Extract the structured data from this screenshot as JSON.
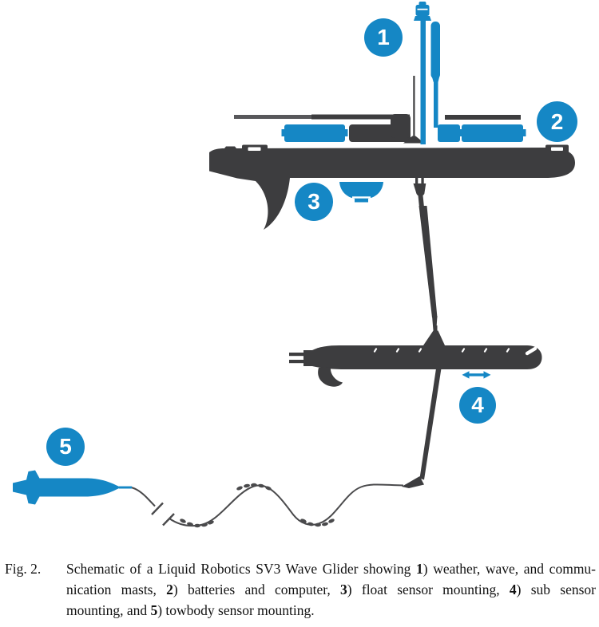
{
  "figure": {
    "colors": {
      "accent_blue": "#1587c5",
      "hull_dark": "#3d3d3f",
      "rail_gray": "#58585b",
      "cable_gray": "#4a4a4c",
      "callout_text": "#ffffff"
    },
    "callouts": [
      {
        "number": "1"
      },
      {
        "number": "2"
      },
      {
        "number": "3"
      },
      {
        "number": "4"
      },
      {
        "number": "5"
      }
    ]
  },
  "caption": {
    "fig_label": "Fig. 2.",
    "lines": [
      {
        "segments": [
          {
            "t": "Schematic of a Liquid Robotics SV3 Wave Glider showing "
          },
          {
            "t": "1",
            "b": true
          },
          {
            "t": ") weather, wave, and commu-"
          }
        ]
      },
      {
        "segments": [
          {
            "t": "nication masts, "
          },
          {
            "t": "2",
            "b": true
          },
          {
            "t": ") batteries and computer, "
          },
          {
            "t": "3",
            "b": true
          },
          {
            "t": ") float sensor mounting, "
          },
          {
            "t": "4",
            "b": true
          },
          {
            "t": ") sub sensor"
          }
        ]
      },
      {
        "segments": [
          {
            "t": "mounting, and "
          },
          {
            "t": "5",
            "b": true
          },
          {
            "t": ") towbody sensor mounting."
          }
        ]
      }
    ]
  }
}
